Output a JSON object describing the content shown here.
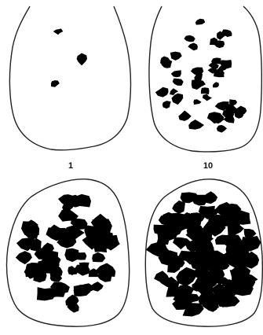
{
  "panels": [
    {
      "id": "p1",
      "label": "1",
      "blob_count": 3
    },
    {
      "id": "p10",
      "label": "10",
      "blob_count": 44
    },
    {
      "id": "p3",
      "label": "",
      "blob_count": 64
    },
    {
      "id": "p4",
      "label": "",
      "blob_count": 110
    }
  ],
  "colors": {
    "outline": "#222222",
    "blob": "#000000",
    "background": "#ffffff"
  }
}
